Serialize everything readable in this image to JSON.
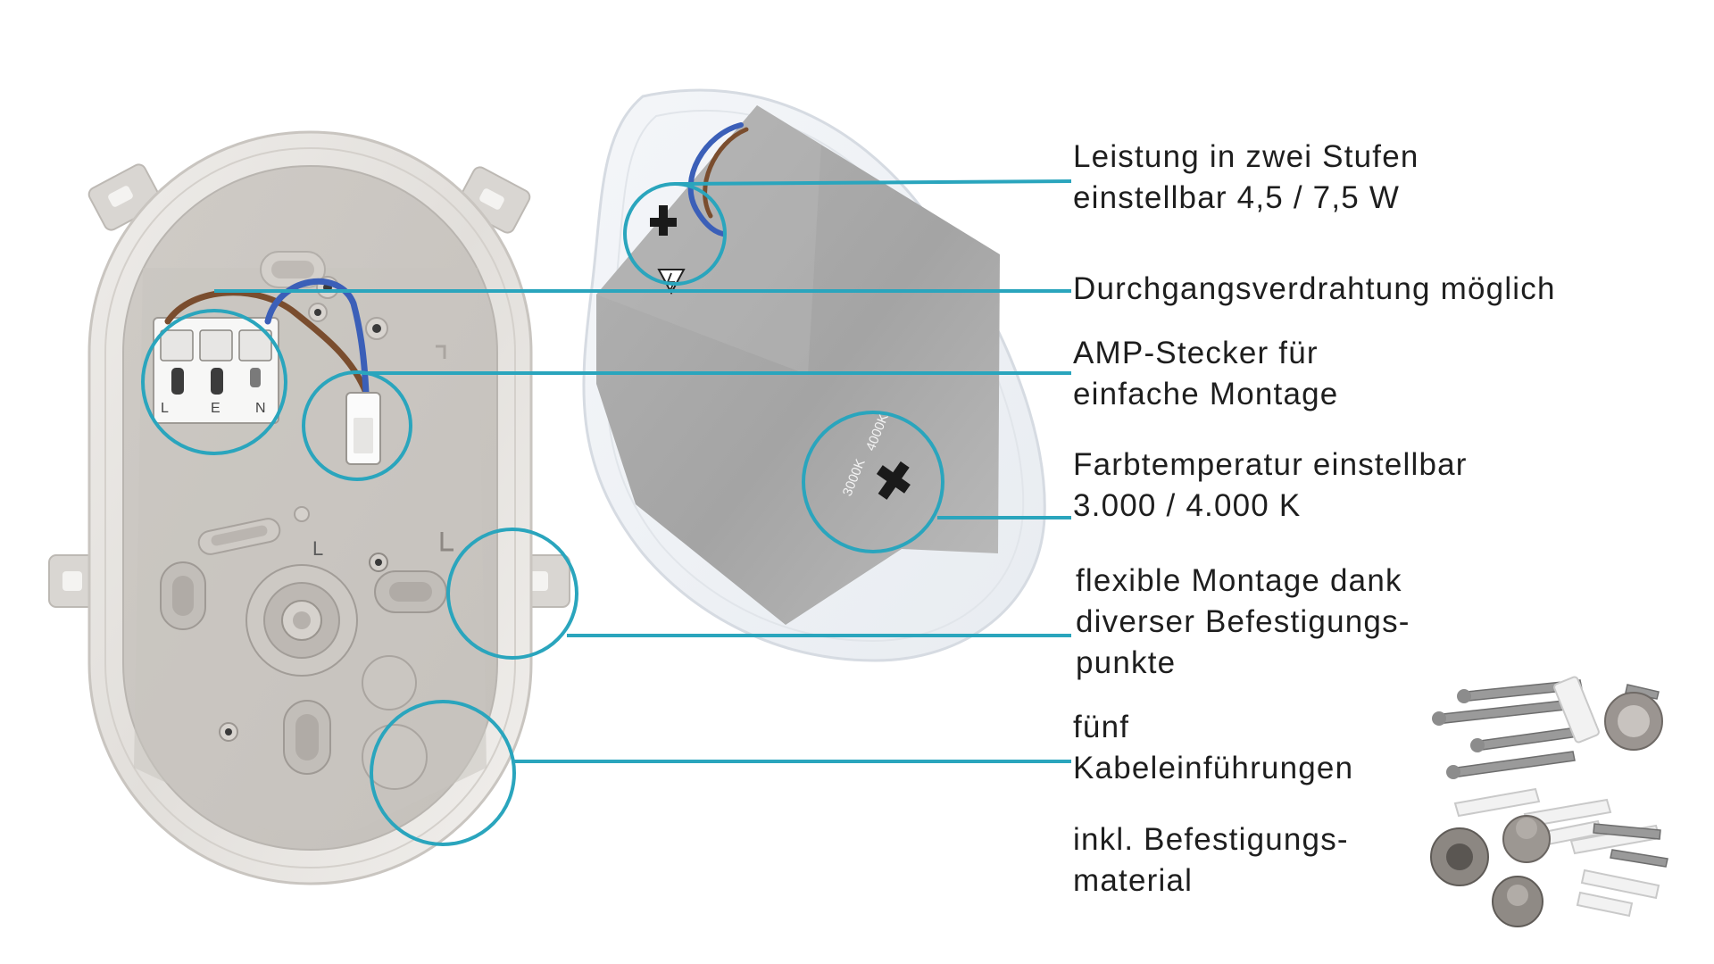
{
  "features": [
    {
      "lines": [
        "Leistung in zwei Stufen",
        "einstellbar 4,5 / 7,5 W"
      ]
    },
    {
      "lines": [
        "Durchgangsverdrahtung möglich"
      ]
    },
    {
      "lines": [
        "AMP-Stecker für",
        "einfache Montage"
      ]
    },
    {
      "lines": [
        "Farbtemperatur einstellbar",
        "3.000 / 4.000 K"
      ]
    },
    {
      "lines": [
        "flexible Montage dank",
        "diverser Befestigungs-",
        "punkte"
      ]
    },
    {
      "lines": [
        "fünf",
        "Kabeleinführungen"
      ]
    },
    {
      "lines": [
        "inkl. Befestigungs-",
        "material"
      ]
    }
  ],
  "product_markings": {
    "terminal_letters": [
      "L",
      "E",
      "N"
    ],
    "base_letter": "L",
    "cct_option_warm": "3000K",
    "cct_option_neutral": "4000K"
  },
  "colors": {
    "callout_accent": "#2aa5bd",
    "text": "#1e1e1e",
    "housing": "#d8d5d1",
    "diffuser": "#eef1f5",
    "driver_plate": "#a9a9a9"
  },
  "icons": {
    "high_voltage_warning": "warning-triangle-lightning-icon"
  }
}
